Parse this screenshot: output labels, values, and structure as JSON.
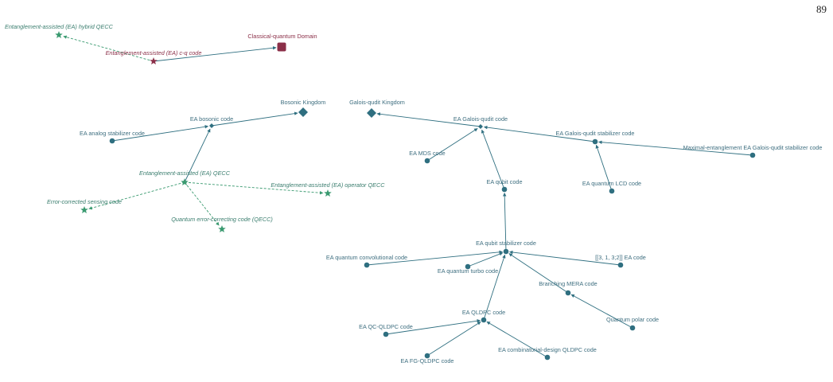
{
  "page_number": "89",
  "caption": "",
  "colors": {
    "tree": "#2f6f80",
    "quantum_dashed": "#3a9a70",
    "classical_quantum": "#8b2f48"
  },
  "nodes": [
    {
      "id": "ea_hybrid",
      "label": "Entanglement-assisted (EA) hybrid QECC",
      "shape": "star",
      "group": "q",
      "italic": true
    },
    {
      "id": "cq_domain",
      "label": "Classical-quantum Domain",
      "shape": "square",
      "group": "cq",
      "italic": false
    },
    {
      "id": "ea_cq",
      "label": "Entanglement-assisted (EA) c-q code",
      "shape": "star",
      "group": "cq",
      "italic": true
    },
    {
      "id": "bosonic_kingdom",
      "label": "Bosonic Kingdom",
      "shape": "diamond",
      "group": "t",
      "italic": false
    },
    {
      "id": "galois_kingdom",
      "label": "Galois-qudit Kingdom",
      "shape": "diamond",
      "group": "t",
      "italic": false
    },
    {
      "id": "ea_bosonic",
      "label": "EA bosonic code",
      "shape": "small-diamond",
      "group": "t",
      "italic": false
    },
    {
      "id": "ea_galois",
      "label": "EA Galois-qudit code",
      "shape": "small-diamond",
      "group": "t",
      "italic": false
    },
    {
      "id": "ea_galois_stab",
      "label": "EA Galois-qudit stabilizer code",
      "shape": "dot",
      "group": "t",
      "italic": false
    },
    {
      "id": "ea_analog",
      "label": "EA analog stabilizer code",
      "shape": "dot",
      "group": "t",
      "italic": false
    },
    {
      "id": "maximal_ea",
      "label": "Maximal-entanglement EA Galois-qudit stabilizer code",
      "shape": "dot",
      "group": "t",
      "italic": false
    },
    {
      "id": "ea_mds",
      "label": "EA MDS code",
      "shape": "dot",
      "group": "t",
      "italic": false
    },
    {
      "id": "ea_qecc",
      "label": "Entanglement-assisted (EA) QECC",
      "shape": "star",
      "group": "q",
      "italic": true
    },
    {
      "id": "ea_operator",
      "label": "Entanglement-assisted (EA) operator QECC",
      "shape": "star",
      "group": "q",
      "italic": true
    },
    {
      "id": "ea_qubit",
      "label": "EA qubit code",
      "shape": "dot",
      "group": "t",
      "italic": false
    },
    {
      "id": "ea_lcd",
      "label": "EA quantum LCD code",
      "shape": "dot",
      "group": "t",
      "italic": false
    },
    {
      "id": "err_sensing",
      "label": "Error-corrected sensing code",
      "shape": "star",
      "group": "q",
      "italic": true
    },
    {
      "id": "qecc",
      "label": "Quantum error-correcting code (QECC)",
      "shape": "star",
      "group": "q",
      "italic": true
    },
    {
      "id": "ea_qubit_stab",
      "label": "EA qubit stabilizer code",
      "shape": "dot",
      "group": "t",
      "italic": false
    },
    {
      "id": "ea_conv",
      "label": "EA quantum convolutional code",
      "shape": "dot",
      "group": "t",
      "italic": false
    },
    {
      "id": "ea_331",
      "label": "[[3, 1, 3;2]] EA code",
      "shape": "dot",
      "group": "t",
      "italic": false
    },
    {
      "id": "ea_turbo",
      "label": "EA quantum turbo code",
      "shape": "dot",
      "group": "t",
      "italic": false
    },
    {
      "id": "branching_mera",
      "label": "Branching MERA code",
      "shape": "dot",
      "group": "t",
      "italic": false
    },
    {
      "id": "ea_qldpc",
      "label": "EA QLDPC code",
      "shape": "dot",
      "group": "t",
      "italic": false
    },
    {
      "id": "quantum_polar",
      "label": "Quantum polar code",
      "shape": "dot",
      "group": "t",
      "italic": false
    },
    {
      "id": "ea_qc_qldpc",
      "label": "EA QC-QLDPC code",
      "shape": "dot",
      "group": "t",
      "italic": false
    },
    {
      "id": "ea_comb",
      "label": "EA combinatorial-design QLDPC code",
      "shape": "dot",
      "group": "t",
      "italic": false
    },
    {
      "id": "ea_fg",
      "label": "EA FG-QLDPC code",
      "shape": "dot",
      "group": "t",
      "italic": false
    }
  ],
  "edges": [
    {
      "from": "ea_cq",
      "to": "ea_hybrid",
      "style": "dashed"
    },
    {
      "from": "ea_cq",
      "to": "cq_domain",
      "style": "solid"
    },
    {
      "from": "ea_bosonic",
      "to": "bosonic_kingdom",
      "style": "solid"
    },
    {
      "from": "ea_analog",
      "to": "ea_bosonic",
      "style": "solid"
    },
    {
      "from": "ea_qecc",
      "to": "ea_bosonic",
      "style": "solid"
    },
    {
      "from": "ea_qecc",
      "to": "err_sensing",
      "style": "dashed"
    },
    {
      "from": "ea_qecc",
      "to": "qecc",
      "style": "dashed"
    },
    {
      "from": "ea_qecc",
      "to": "ea_operator",
      "style": "dashed"
    },
    {
      "from": "ea_galois",
      "to": "galois_kingdom",
      "style": "solid"
    },
    {
      "from": "ea_galois_stab",
      "to": "ea_galois",
      "style": "solid"
    },
    {
      "from": "maximal_ea",
      "to": "ea_galois_stab",
      "style": "solid"
    },
    {
      "from": "ea_lcd",
      "to": "ea_galois_stab",
      "style": "solid"
    },
    {
      "from": "ea_mds",
      "to": "ea_galois",
      "style": "solid"
    },
    {
      "from": "ea_qubit",
      "to": "ea_galois",
      "style": "solid"
    },
    {
      "from": "ea_qubit_stab",
      "to": "ea_qubit",
      "style": "solid"
    },
    {
      "from": "ea_conv",
      "to": "ea_qubit_stab",
      "style": "solid"
    },
    {
      "from": "ea_turbo",
      "to": "ea_qubit_stab",
      "style": "solid"
    },
    {
      "from": "ea_331",
      "to": "ea_qubit_stab",
      "style": "solid"
    },
    {
      "from": "branching_mera",
      "to": "ea_qubit_stab",
      "style": "solid"
    },
    {
      "from": "ea_qldpc",
      "to": "ea_qubit_stab",
      "style": "solid"
    },
    {
      "from": "quantum_polar",
      "to": "branching_mera",
      "style": "solid"
    },
    {
      "from": "ea_qc_qldpc",
      "to": "ea_qldpc",
      "style": "solid"
    },
    {
      "from": "ea_fg",
      "to": "ea_qldpc",
      "style": "solid"
    },
    {
      "from": "ea_comb",
      "to": "ea_qldpc",
      "style": "solid"
    }
  ]
}
